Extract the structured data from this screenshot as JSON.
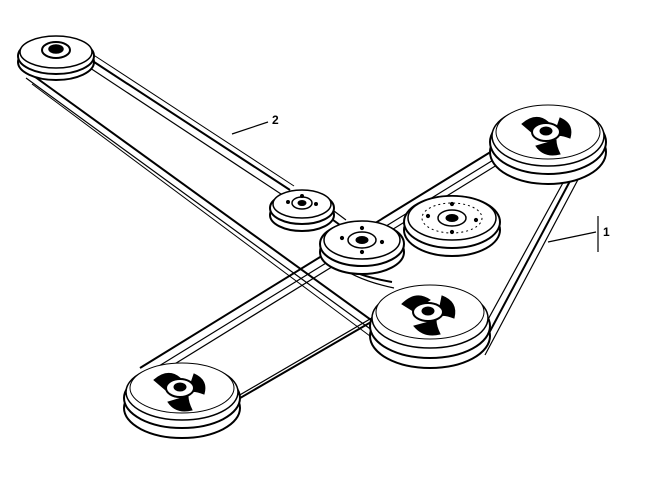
{
  "diagram": {
    "callouts": [
      {
        "id": "1",
        "label": "1",
        "refers_to": "belt-1"
      },
      {
        "id": "2",
        "label": "2",
        "refers_to": "belt-2"
      }
    ],
    "colors": {
      "line": "#000000",
      "background": "#ffffff"
    }
  }
}
